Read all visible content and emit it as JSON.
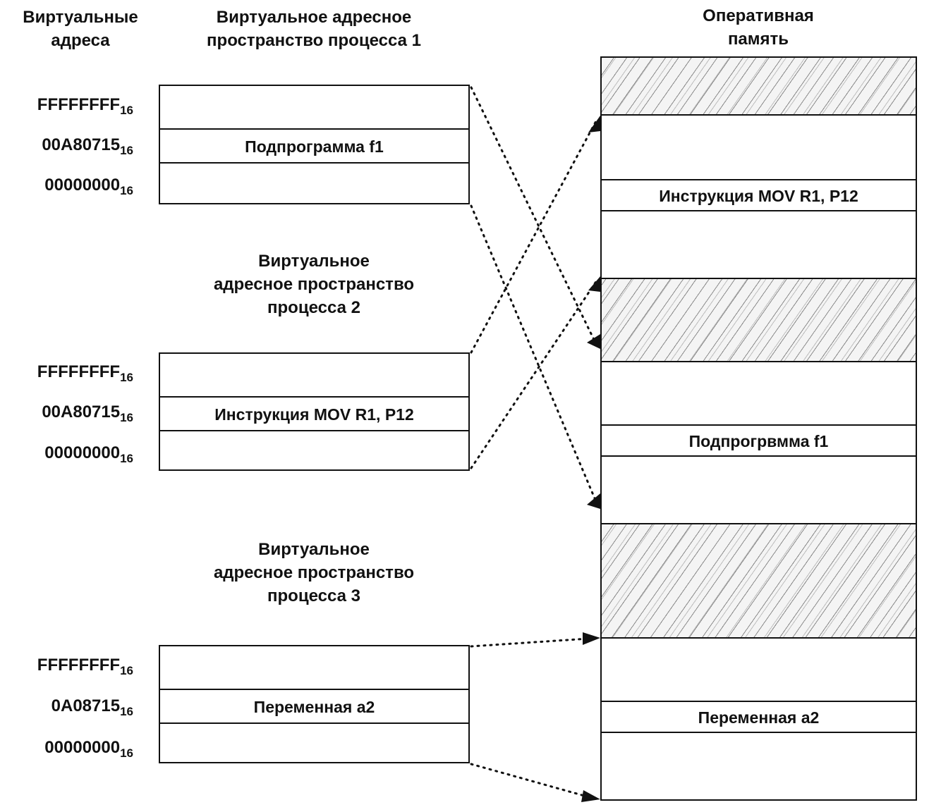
{
  "headers": {
    "virtual_addresses": "Виртуальные\nадреса",
    "process1": "Виртуальное адресное\nпространство процесса 1",
    "process2": "Виртуальное\nадресное пространство\nпроцесса 2",
    "process3": "Виртуальное\nадресное пространство\nпроцесса 3",
    "ram": "Оперативная\nпамять"
  },
  "process1": {
    "addresses": [
      {
        "value": "FFFFFFFF",
        "base": "16"
      },
      {
        "value": "00A80715",
        "base": "16"
      },
      {
        "value": "00000000",
        "base": "16"
      }
    ],
    "label": "Подпрограмма  f1"
  },
  "process2": {
    "addresses": [
      {
        "value": "FFFFFFFF",
        "base": "16"
      },
      {
        "value": "00A80715",
        "base": "16"
      },
      {
        "value": "00000000",
        "base": "16"
      }
    ],
    "label": "Инструкция MOV R1, P12"
  },
  "process3": {
    "addresses": [
      {
        "value": "FFFFFFFF",
        "base": "16"
      },
      {
        "value": "0A08715",
        "base": "16"
      },
      {
        "value": "00000000",
        "base": "16"
      }
    ],
    "label": "Переменная a2"
  },
  "ram": {
    "instr_label": "Инструкция MOV R1, P12",
    "sub_label": "Подпрогрвмма  f1",
    "var_label": "Переменная a2"
  }
}
